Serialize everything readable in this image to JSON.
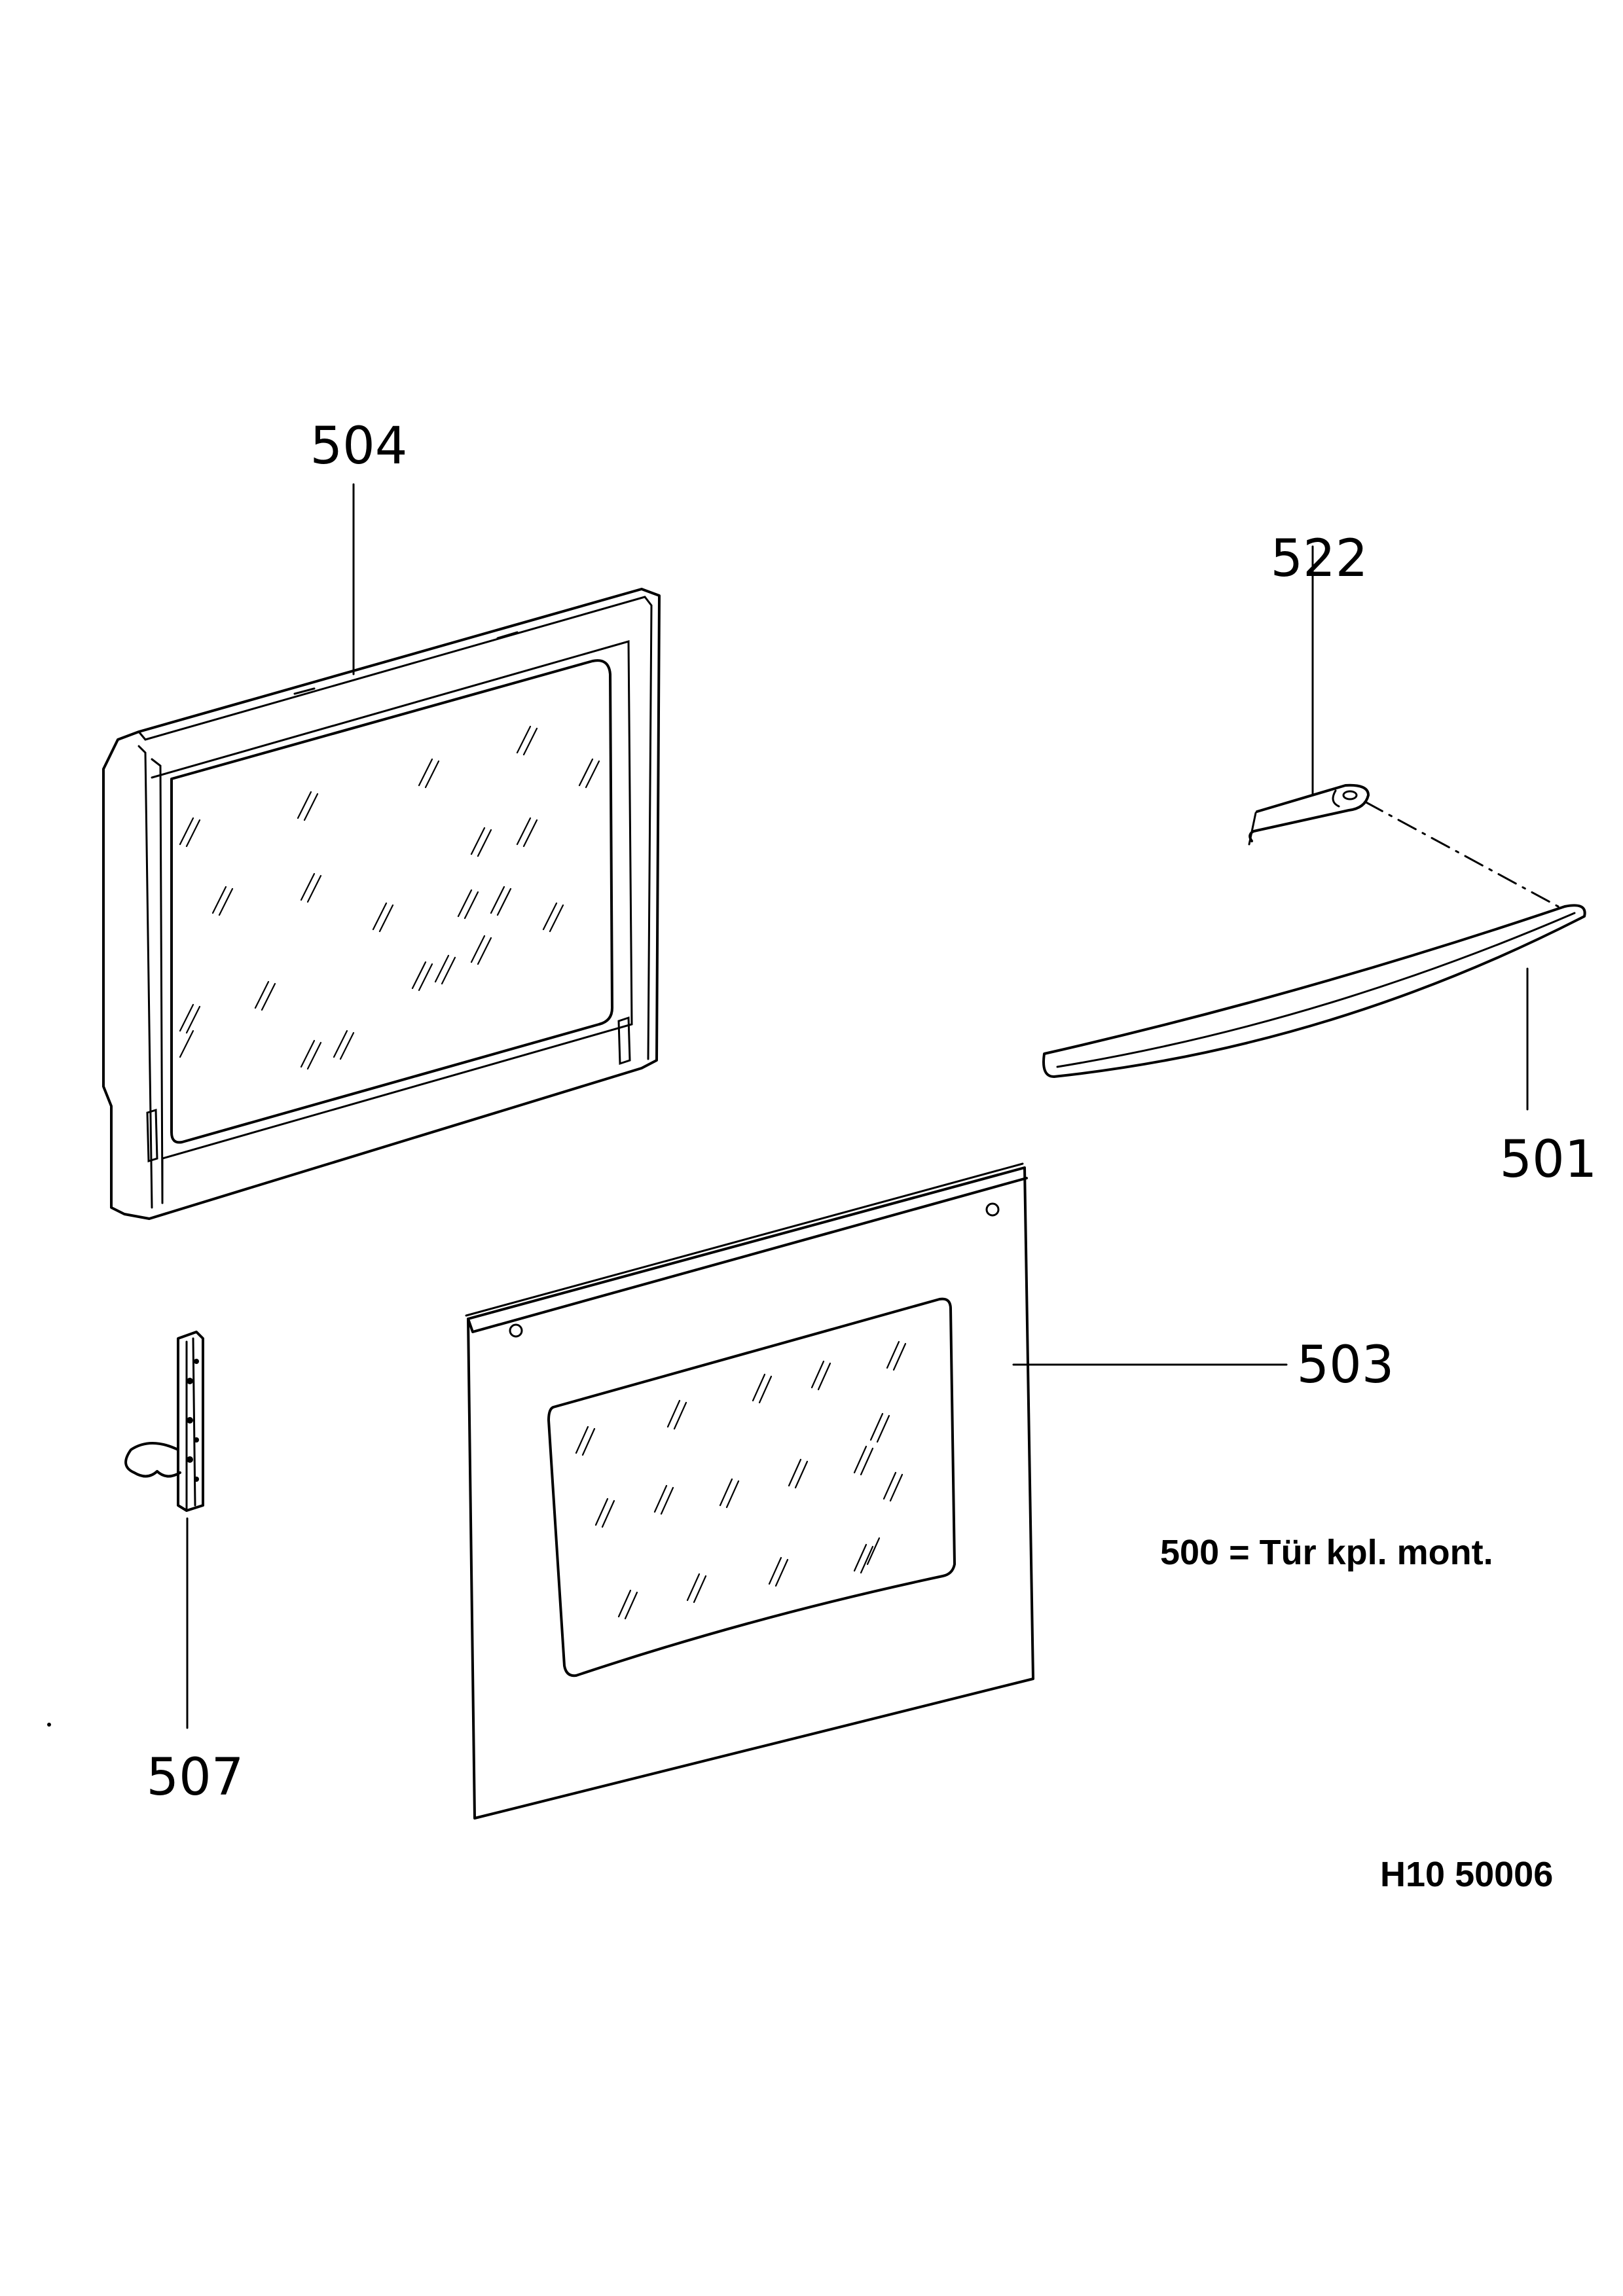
{
  "callouts": {
    "p504": "504",
    "p522": "522",
    "p501": "501",
    "p503": "503",
    "p507": "507"
  },
  "note": "500 = Tür kpl. mont.",
  "drawing_number": "H10 50006"
}
